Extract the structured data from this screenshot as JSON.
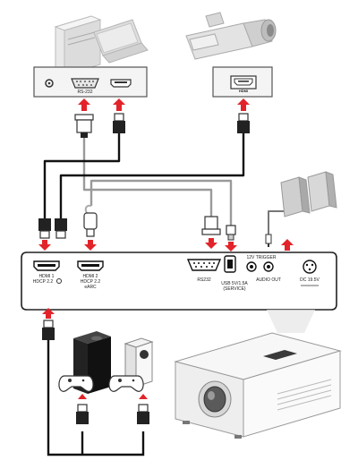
{
  "source_panel": {
    "rs232_label": "RS-232",
    "hdmi_label": ""
  },
  "camera_panel": {
    "hdmi_label": "HDMI"
  },
  "projector_panel": {
    "hdmi1_label": "HDMI 1",
    "hdmi1_sub": "HDCP 2.2",
    "hdmi2_label": "HDMI 2",
    "hdmi2_sub": "HDCP 2.2",
    "hdmi2_sub2": "eARC",
    "rs232_label": "RS232",
    "usb_label": "USB 5V/1.5A",
    "usb_sub": "(SERVICE)",
    "trigger_label": "12V TRIGGER",
    "audio_out_label": "AUDIO OUT",
    "dc_label": "DC 19.5V"
  }
}
